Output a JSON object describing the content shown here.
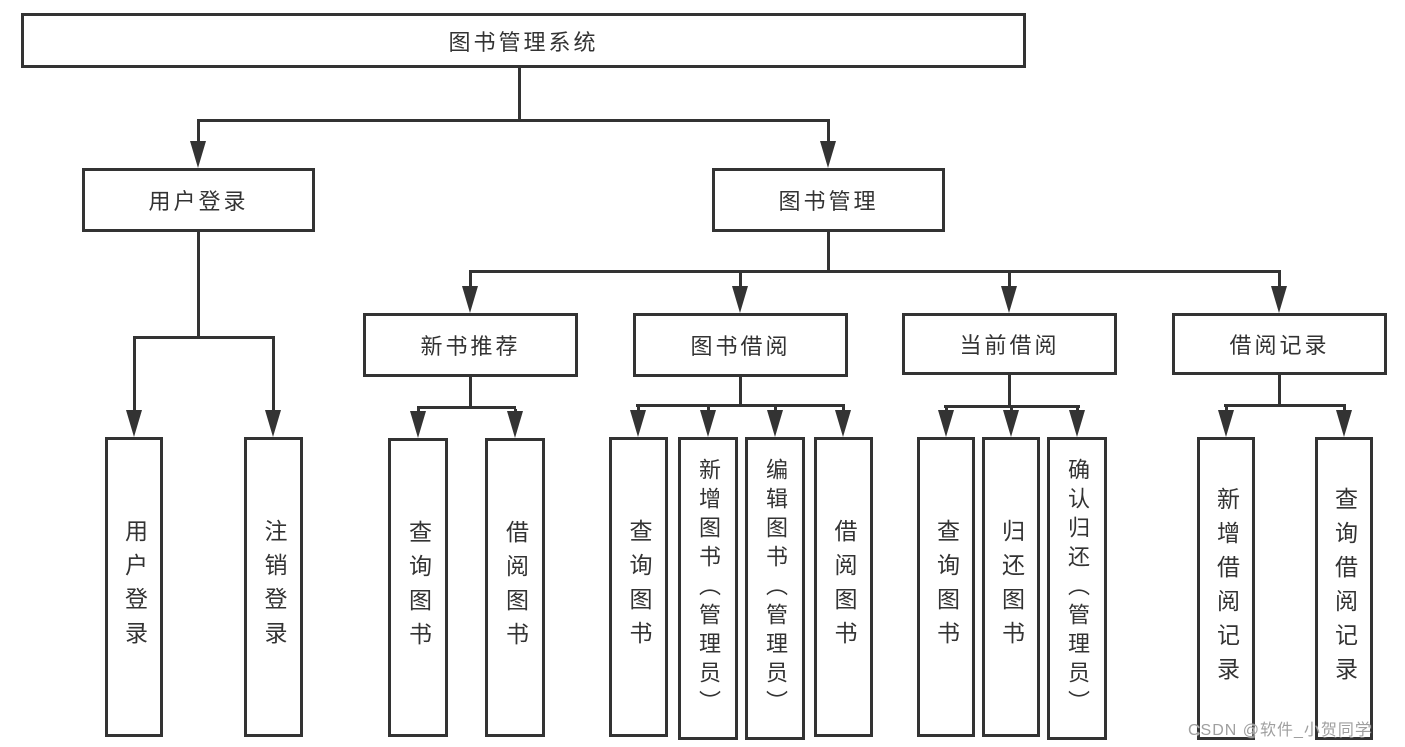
{
  "diagram_title": "图书管理系统",
  "colors": {
    "line": "#333333",
    "text": "#333333",
    "watermark": "#9f9f9f",
    "background": "#ffffff"
  },
  "watermark": {
    "text": "CSDN @软件_小贺同学"
  },
  "tree": {
    "label": "图书管理系统",
    "children": [
      {
        "label": "用户登录",
        "children": [
          {
            "label": "用户登录"
          },
          {
            "label": "注销登录"
          }
        ]
      },
      {
        "label": "图书管理",
        "children": [
          {
            "label": "新书推荐",
            "children": [
              {
                "label": "查询图书"
              },
              {
                "label": "借阅图书"
              }
            ]
          },
          {
            "label": "图书借阅",
            "children": [
              {
                "label": "查询图书"
              },
              {
                "label": "新增图书（管理员）"
              },
              {
                "label": "编辑图书（管理员）"
              },
              {
                "label": "借阅图书"
              }
            ]
          },
          {
            "label": "当前借阅",
            "children": [
              {
                "label": "查询图书"
              },
              {
                "label": "归还图书"
              },
              {
                "label": "确认归还（管理员）"
              }
            ]
          },
          {
            "label": "借阅记录",
            "children": [
              {
                "label": "新增借阅记录"
              },
              {
                "label": "查询借阅记录"
              }
            ]
          }
        ]
      }
    ]
  }
}
